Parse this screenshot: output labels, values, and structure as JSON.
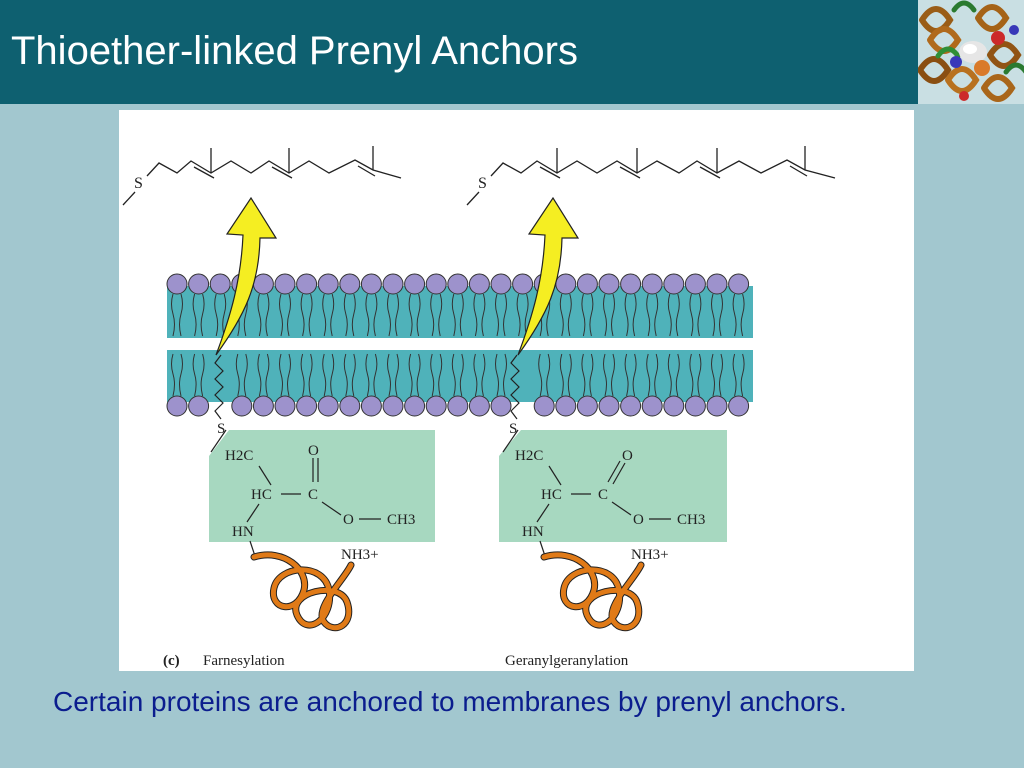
{
  "slide": {
    "title": "Thioether-linked Prenyl Anchors",
    "caption": "Certain proteins are anchored to membranes by prenyl anchors."
  },
  "figure": {
    "panel_letter": "(c)",
    "left": {
      "caption": "Farnesylation",
      "chain_sulfur": "S",
      "cys_sulfur": "S",
      "h2c": "H2C",
      "hc": "HC",
      "c": "C",
      "carbonyl_o": "O",
      "ester_o": "O",
      "methyl": "CH3",
      "hn": "HN",
      "nh3": "NH3+"
    },
    "right": {
      "caption": "Geranylgeranylation",
      "chain_sulfur": "S",
      "cys_sulfur": "S",
      "h2c": "H2C",
      "hc": "HC",
      "c": "C",
      "carbonyl_o": "O",
      "ester_o": "O",
      "methyl": "CH3",
      "hn": "HN",
      "nh3": "NH3+"
    }
  },
  "colors": {
    "title_bar": "#0e6070",
    "background": "#a2c7cf",
    "caption_text": "#0b1d8e",
    "lipid_head": "#9d92cc",
    "lipid_tail": "#4fb2ba",
    "arrow": "#f5ee22",
    "protein_box": "#a7d8c0",
    "protein_chain": "#e07a17"
  },
  "icons": {
    "logo": "protein-helix-logo"
  }
}
